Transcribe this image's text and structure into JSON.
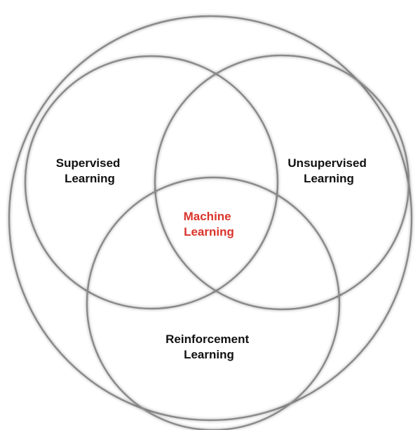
{
  "diagram": {
    "labels": {
      "supervised_line1": "Supervised",
      "supervised_line2": "Learning",
      "unsupervised_line1": "Unsupervised",
      "unsupervised_line2": "Learning",
      "center_line1": "Machine",
      "center_line2": "Learning",
      "reinforcement_line1": "Reinforcement",
      "reinforcement_line2": "Learning"
    },
    "colors": {
      "label_text": "#111111",
      "center_text": "#d9342b",
      "ring_stroke": "#8a8a8a"
    }
  }
}
